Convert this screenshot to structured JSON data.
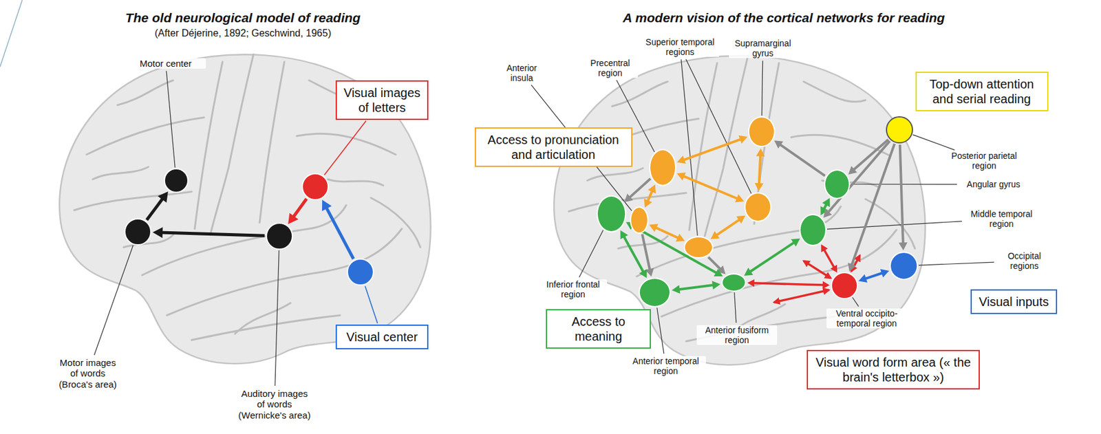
{
  "diagram": {
    "nodes": [
      {
        "text": [
          "Motor center"
        ]
      },
      {
        "text": [
          "Visual images of letters"
        ]
      },
      {
        "text": []
      },
      {
        "text": [
          "Motor images of words (Broca's area)"
        ]
      },
      {
        "text": [
          "Auditory images of words (Wernicke's area)"
        ]
      },
      {
        "text": []
      },
      {
        "text": [
          "Visual center"
        ]
      },
      {
        "text": [
          "Access to pronunciation and articulation"
        ]
      },
      {
        "text": [
          "Anterior insula"
        ]
      },
      {
        "text": [
          "Precentral region"
        ]
      },
      {
        "text": [
          "Supramarginal gyrus"
        ]
      },
      {
        "text": [
          "Top-down attention and serial reading"
        ]
      },
      {
        "text": [
          "Posterior parietal region"
        ]
      },
      {
        "text": [
          "Inferior frontal region"
        ]
      },
      {
        "text": []
      },
      {
        "text": []
      },
      {
        "text": [
          "Angular gyrus"
        ]
      },
      {
        "text": [
          "Middle temporal region"
        ]
      },
      {
        "text": [
          "Occipital regions"
        ]
      },
      {
        "text": [
          "Anterior temporal region"
        ]
      },
      {
        "text": [
          "Anterior fusiform region"
        ]
      },
      {
        "text": [
          "Ventral occipito-temporal region"
        ]
      },
      {
        "text": [
          "Visual inputs"
        ]
      },
      {
        "text": [
          "Access to meaning"
        ]
      },
      {
        "text": [
          "Visual word form area (« the brain's letterbox »)"
        ]
      }
    ],
    "edges": [
      {
        "from": 3,
        "to": 0,
        "arrow": "to"
      },
      {
        "from": 4,
        "to": 3,
        "arrow": "to"
      },
      {
        "from": 2,
        "to": 4,
        "arrow": "to"
      },
      {
        "from": 5,
        "to": 2,
        "arrow": "to"
      },
      {
        "from": 1,
        "to": 2,
        "arrow": "none"
      },
      {
        "from": 6,
        "to": 5,
        "arrow": "none"
      },
      {
        "from": 9,
        "to": 10,
        "arrow": "both"
      },
      {
        "from": 9,
        "to": 15,
        "arrow": "both"
      },
      {
        "from": 8,
        "to": 9,
        "arrow": "both"
      },
      {
        "from": 8,
        "to": 14,
        "arrow": "both"
      },
      {
        "from": 14,
        "to": 15,
        "arrow": "both"
      },
      {
        "from": 15,
        "to": 10,
        "arrow": "both"
      },
      {
        "from": 9,
        "to": 13,
        "arrow": "to"
      },
      {
        "from": 16,
        "to": 10,
        "arrow": "to"
      },
      {
        "from": 14,
        "to": 20,
        "arrow": "to"
      },
      {
        "from": 8,
        "to": 19,
        "arrow": "to"
      },
      {
        "from": 13,
        "to": 19,
        "arrow": "both"
      },
      {
        "from": 13,
        "to": 20,
        "arrow": "both"
      },
      {
        "from": 19,
        "to": 20,
        "arrow": "both"
      },
      {
        "from": 20,
        "to": 17,
        "arrow": "both"
      },
      {
        "from": 17,
        "to": 16,
        "arrow": "both"
      },
      {
        "from": 12,
        "to": 16,
        "arrow": "to"
      },
      {
        "from": 12,
        "to": 17,
        "arrow": "to"
      },
      {
        "from": 12,
        "to": 21,
        "arrow": "to"
      },
      {
        "from": 12,
        "to": 18,
        "arrow": "to"
      },
      {
        "from": 21,
        "to": 20,
        "arrow": "both"
      },
      {
        "from": 21,
        "to": 17,
        "arrow": "both"
      },
      {
        "from": 21,
        "to": 18,
        "arrow": "both"
      }
    ],
    "labels": [
      "The old neurological model of reading",
      "(After Déjerine, 1892; Geschwind, 1965)",
      "A modern vision of the cortical networks for reading",
      "Superior temporal regions"
    ]
  }
}
